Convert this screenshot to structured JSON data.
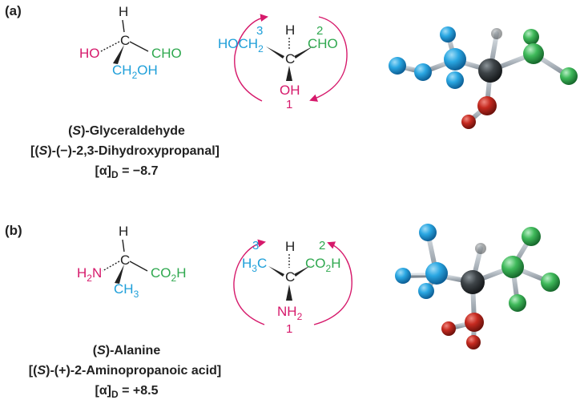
{
  "colors": {
    "priority1": "#d6196b",
    "priority2": "#2fa84f",
    "priority3": "#1e9fd9",
    "text": "#222222",
    "arrow": "#d6196b",
    "atom_carbon": "#3e4448",
    "atom_oxygen": "#c1271f",
    "bond": "#a9b1b9"
  },
  "panels": [
    {
      "label": "(a)",
      "fischer": {
        "top": "H",
        "center": "C",
        "left": "HO",
        "right": "CHO",
        "bottom": "CH",
        "bottom_sub": "2",
        "bottom_tail": "OH"
      },
      "priority_view": {
        "left": "HOCH",
        "left_sub": "2",
        "right": "CHO",
        "bottom": "OH",
        "top": "H",
        "center": "C",
        "num_left": "3",
        "num_right": "2",
        "num_bottom": "1"
      },
      "caption": {
        "name_prefix": "(",
        "name_s": "S",
        "name_rest": ")-Glyceraldehyde",
        "iupac_prefix": "[(",
        "iupac_s": "S",
        "iupac_rest": ")-(−)-2,3-Dihydroxypropanal]",
        "rotation_alpha": "[α]",
        "rotation_sub": "D",
        "rotation_value": " = −8.7"
      },
      "model_atoms_note": "ball-and-stick model: H (back), CH2OH (blue), CHO (green), OH (red)"
    },
    {
      "label": "(b)",
      "fischer": {
        "top": "H",
        "center": "C",
        "left": "H",
        "left_sub": "2",
        "left_tail": "N",
        "right": "CO",
        "right_sub": "2",
        "right_tail": "H",
        "bottom": "CH",
        "bottom_sub": "3"
      },
      "priority_view": {
        "left": "H",
        "left_sub": "3",
        "left_tail": "C",
        "right": "CO",
        "right_sub": "2",
        "right_tail": "H",
        "bottom": "NH",
        "bottom_sub": "2",
        "top": "H",
        "center": "C",
        "num_left": "3",
        "num_right": "2",
        "num_bottom": "1"
      },
      "caption": {
        "name_prefix": "(",
        "name_s": "S",
        "name_rest": ")-Alanine",
        "iupac_prefix": "[(",
        "iupac_s": "S",
        "iupac_rest": ")-(+)-2-Aminopropanoic acid]",
        "rotation_alpha": "[α]",
        "rotation_sub": "D",
        "rotation_value": " = +8.5"
      },
      "model_atoms_note": "ball-and-stick model: H (back), CH3 (blue), CO2H (green), NH2 (red)"
    }
  ]
}
